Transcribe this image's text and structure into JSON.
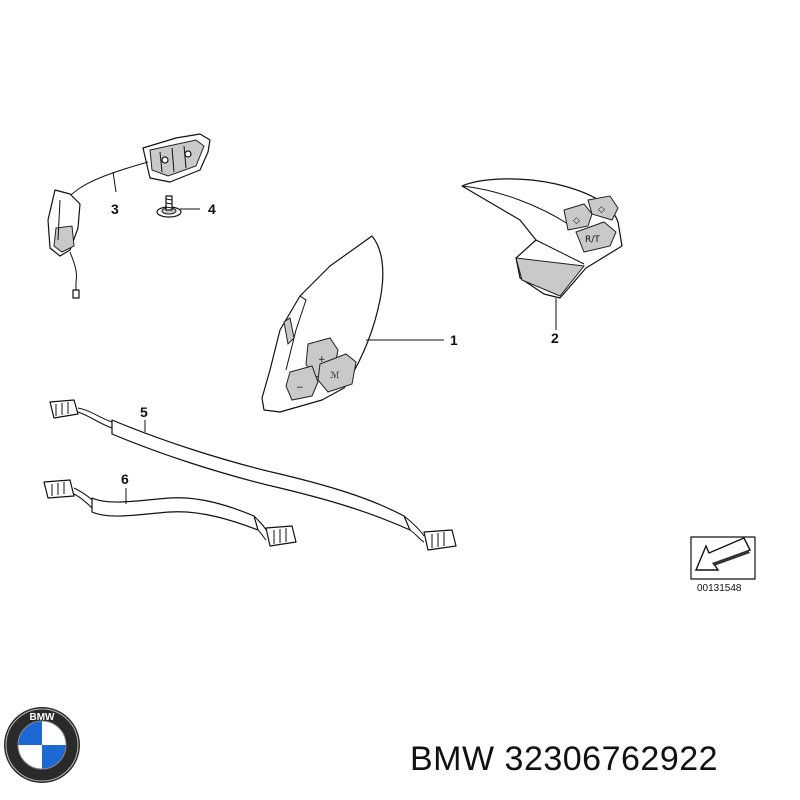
{
  "callouts": [
    "1",
    "2",
    "3",
    "4",
    "5",
    "6"
  ],
  "drawing_number": "00131548",
  "footer": {
    "brand": "BMW",
    "part_number": "32306762922",
    "logo_text": "BMW"
  },
  "keys": {
    "plus": "+",
    "minus": "−",
    "voice": "ℳ",
    "phone": "R/T",
    "up": "◇",
    "down": "◇"
  },
  "colors": {
    "line": "#111111",
    "logo_blue": "#1c69d4",
    "logo_ring": "#2a2a2a"
  }
}
